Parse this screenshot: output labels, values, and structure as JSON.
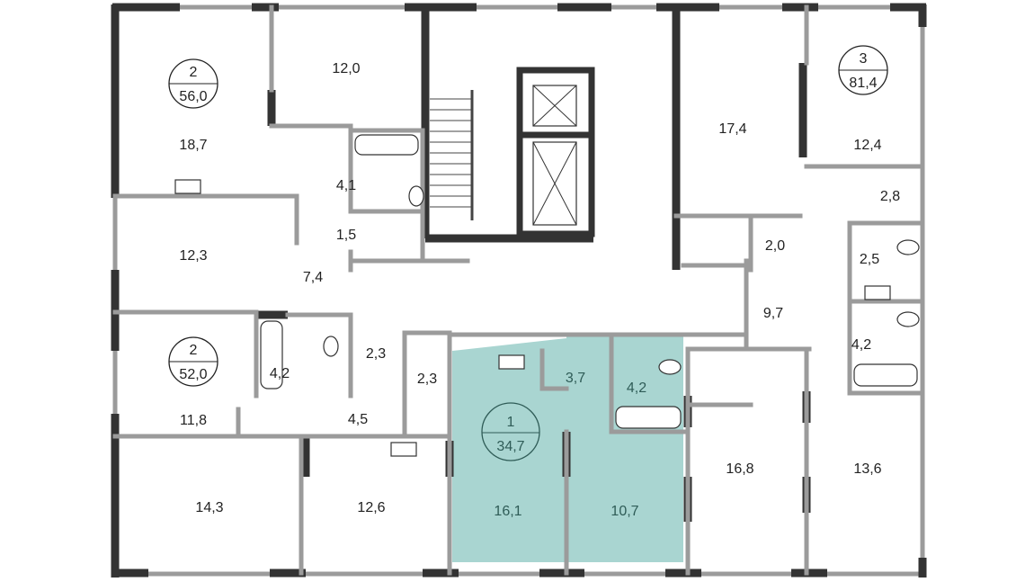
{
  "apartments": [
    {
      "rooms": "2",
      "area": "56,0"
    },
    {
      "rooms": "3",
      "area": "81,4"
    },
    {
      "rooms": "2",
      "area": "52,0"
    },
    {
      "rooms": "1",
      "area": "34,7"
    }
  ],
  "rooms": [
    "12,0",
    "18,7",
    "4,1",
    "1,5",
    "12,3",
    "7,4",
    "17,4",
    "12,4",
    "2,8",
    "2,0",
    "2,5",
    "9,7",
    "4,2",
    "11,8",
    "4,2",
    "2,3",
    "2,3",
    "4,5",
    "14,3",
    "12,6",
    "3,7",
    "4,2",
    "16,1",
    "10,7",
    "16,8",
    "13,6"
  ],
  "colors": {
    "highlight": "#a9d5d1",
    "highlight_text": "#2f5c57",
    "wall": "#9b9b9b",
    "wall_dark": "#333333"
  }
}
